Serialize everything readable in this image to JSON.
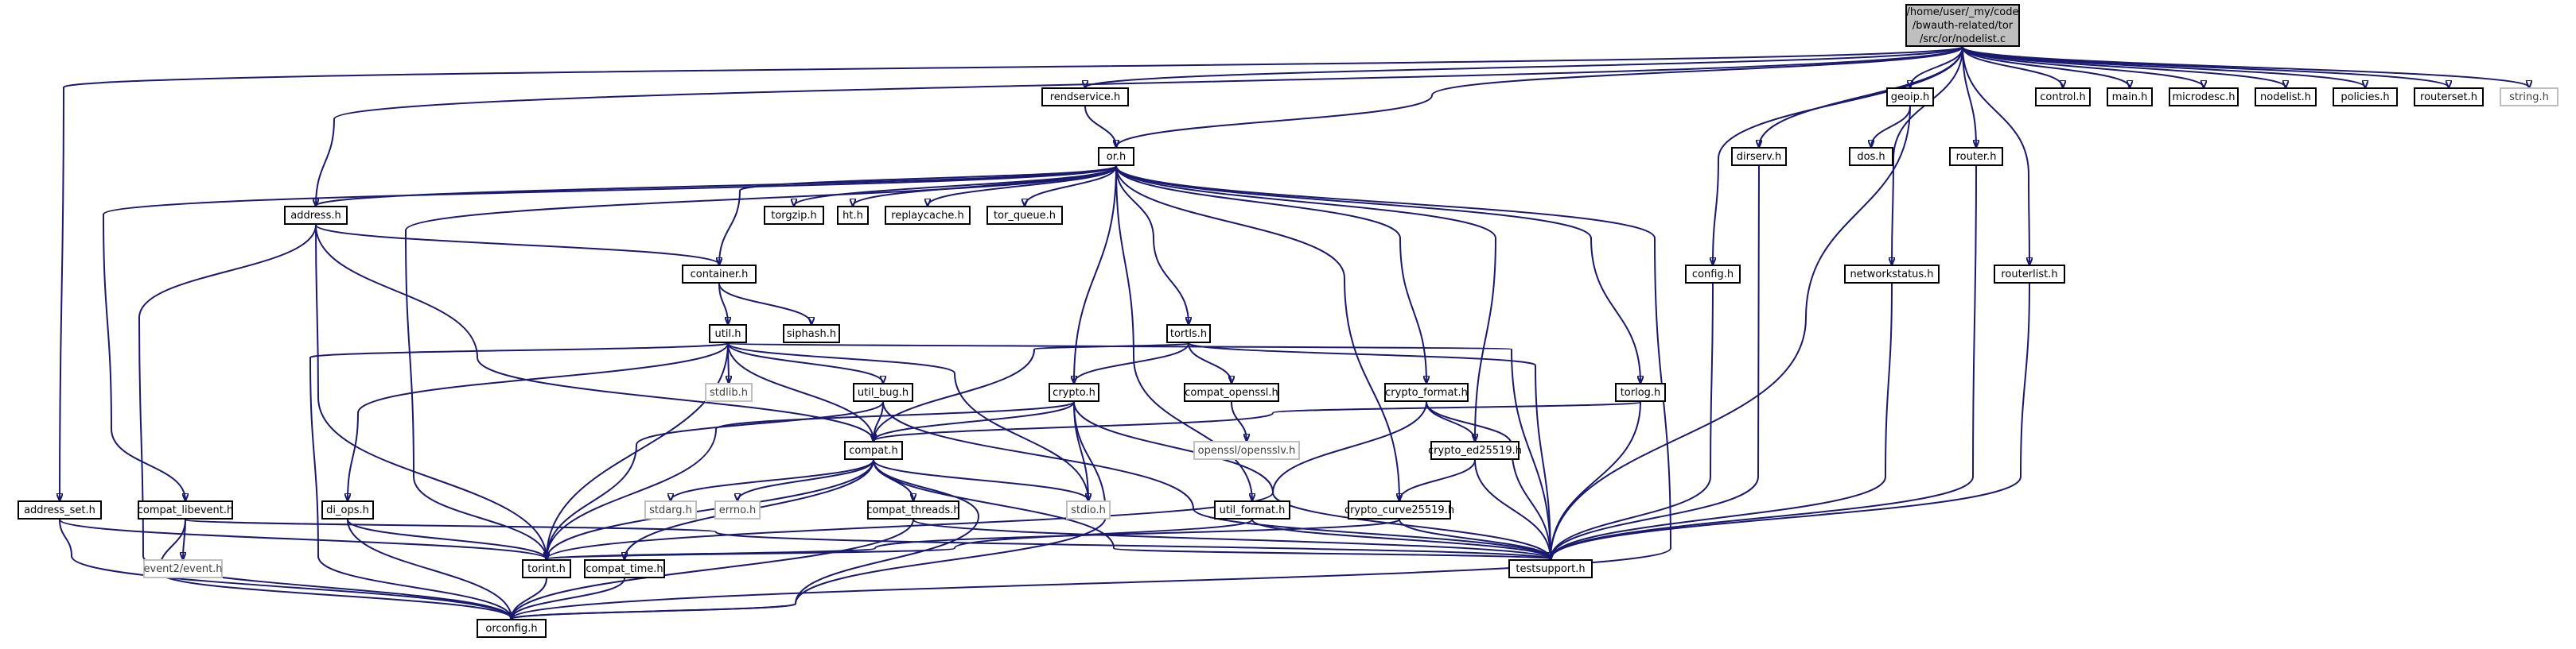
{
  "diagram": {
    "type": "include-dependency-graph",
    "colors": {
      "edge": "#191970",
      "node_border": "#000000",
      "system_border": "#bfbfbf",
      "root_fill": "#bfbfbf"
    },
    "root": {
      "lines": [
        "/home/user/_my/code",
        "/bwauth-related/tor",
        "/src/or/nodelist.c"
      ]
    },
    "nodes": {
      "rendservice_h": "rendservice.h",
      "or_h": "or.h",
      "address_h": "address.h",
      "torgzip_h": "torgzip.h",
      "ht_h": "ht.h",
      "replaycache_h": "replaycache.h",
      "tor_queue_h": "tor_queue.h",
      "container_h": "container.h",
      "siphash_h": "siphash.h",
      "util_h": "util.h",
      "stdlib_h": "stdlib.h",
      "util_bug_h": "util_bug.h",
      "compat_h": "compat.h",
      "tortls_h": "tortls.h",
      "crypto_h": "crypto.h",
      "compat_openssl_h": "compat_openssl.h",
      "opensslv_h": "openssl/opensslv.h",
      "crypto_format_h": "crypto_format.h",
      "crypto_ed25519_h": "crypto_ed25519.h",
      "crypto_curve25519_h": "crypto_curve25519.h",
      "torlog_h": "torlog.h",
      "di_ops_h": "di_ops.h",
      "stdarg_h": "stdarg.h",
      "errno_h": "errno.h",
      "compat_threads_h": "compat_threads.h",
      "stdio_h": "stdio.h",
      "util_format_h": "util_format.h",
      "address_set_h": "address_set.h",
      "compat_libevent_h": "compat_libevent.h",
      "event_h": "event2/event.h",
      "torint_h": "torint.h",
      "compat_time_h": "compat_time.h",
      "orconfig_h": "orconfig.h",
      "testsupport_h": "testsupport.h",
      "config_h": "config.h",
      "dirserv_h": "dirserv.h",
      "geoip_h": "geoip.h",
      "dos_h": "dos.h",
      "networkstatus_h": "networkstatus.h",
      "router_h": "router.h",
      "routerlist_h": "routerlist.h",
      "control_h": "control.h",
      "main_h": "main.h",
      "microdesc_h": "microdesc.h",
      "nodelist_h": "nodelist.h",
      "policies_h": "policies.h",
      "routerset_h": "routerset.h",
      "string_h": "string.h"
    }
  }
}
